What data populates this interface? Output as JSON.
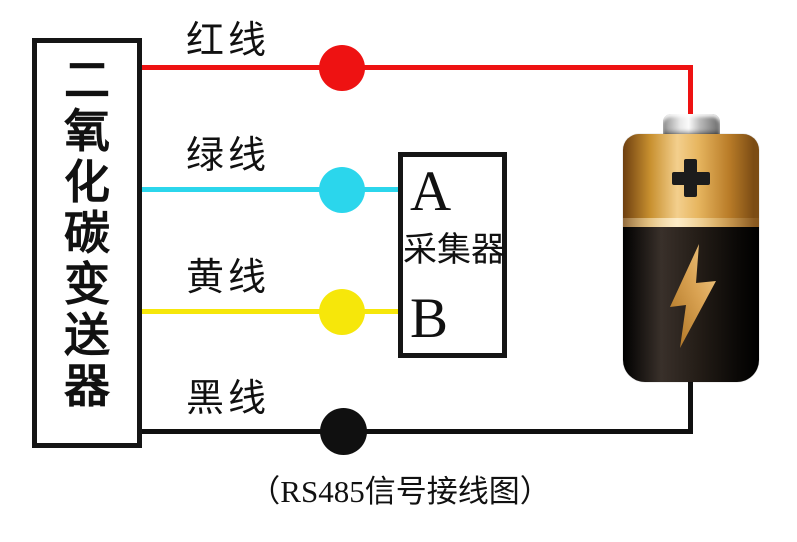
{
  "transmitter": {
    "label": "二氧化碳变送器"
  },
  "wires": [
    {
      "id": "red",
      "label": "红线",
      "color": "#ee1212"
    },
    {
      "id": "green",
      "label": "绿线",
      "color": "#2bd6ec"
    },
    {
      "id": "yellow",
      "label": "黄线",
      "color": "#f6e70a"
    },
    {
      "id": "black",
      "label": "黑线",
      "color": "#101010"
    }
  ],
  "collector": {
    "terminal_a": "A",
    "label": "采集器",
    "terminal_b": "B"
  },
  "battery": {
    "polarity_icon": "plus-icon",
    "energy_icon": "lightning-bolt-icon",
    "terminal_icon": "battery-cap",
    "top_color": "#e7b660",
    "body_color": "#1c1712",
    "bolt_color": "#d9a252"
  },
  "caption": "（RS485信号接线图）"
}
